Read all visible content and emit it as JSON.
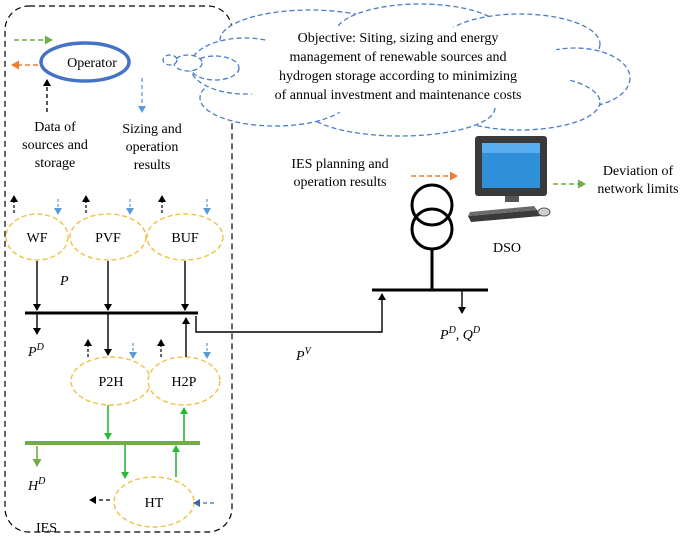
{
  "objective": {
    "lines": [
      "Objective: Siting, sizing and energy",
      "management of renewable sources and",
      "hydrogen storage according to minimizing",
      "of annual investment and maintenance costs"
    ]
  },
  "operator": {
    "label": "Operator"
  },
  "ies_label": "IES",
  "inputs": {
    "data_lines": [
      "Data of",
      "sources and",
      "storage"
    ],
    "results_lines": [
      "Sizing and",
      "operation",
      "results"
    ]
  },
  "units": {
    "wf": "WF",
    "pvf": "PVF",
    "buf": "BUF",
    "p2h": "P2H",
    "h2p": "H2P",
    "ht": "HT"
  },
  "symbols": {
    "p": "P",
    "pd_base": "P",
    "pd_sup": "D",
    "hd_base": "H",
    "hd_sup": "D",
    "pv_base": "P",
    "pv_sup": "V",
    "dso_load_p_base": "P",
    "dso_load_p_sup": "D",
    "dso_load_sep": ", ",
    "dso_load_q_base": "Q",
    "dso_load_q_sup": "D"
  },
  "dso": {
    "label": "DSO",
    "planning_lines": [
      "IES planning and",
      "operation results"
    ],
    "deviation_lines": [
      "Deviation of",
      "network limits"
    ]
  },
  "colors": {
    "operator_ring": "#4472c4",
    "cloud_dash": "#4a7cc7",
    "unit_dash": "#f2c144",
    "green_bus": "#70ad47",
    "green_arrow": "#2db83a",
    "orange_arrow": "#ed7d31",
    "blue_arrow": "#5b9bd5",
    "monitor_screen": "#2f8fd8"
  }
}
